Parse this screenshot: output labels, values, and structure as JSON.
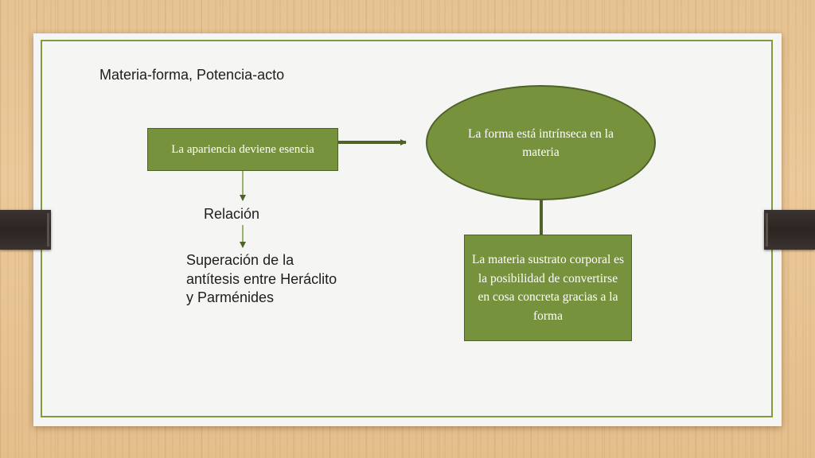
{
  "title": "Materia-forma, Potencia-acto",
  "nodes": {
    "apariencia": "La apariencia deviene esencia",
    "forma": "La forma está intrínseca en la materia",
    "materia": "La materia sustrato corporal es la posibilidad de convertirse en cosa concreta gracias a la forma",
    "relacion": "Relación",
    "superacion": "Superación de la antítesis entre Heráclito y Parménides"
  },
  "colors": {
    "node_fill": "#76923c",
    "node_border": "#4f6228",
    "frame_border": "#7f9a3f"
  }
}
